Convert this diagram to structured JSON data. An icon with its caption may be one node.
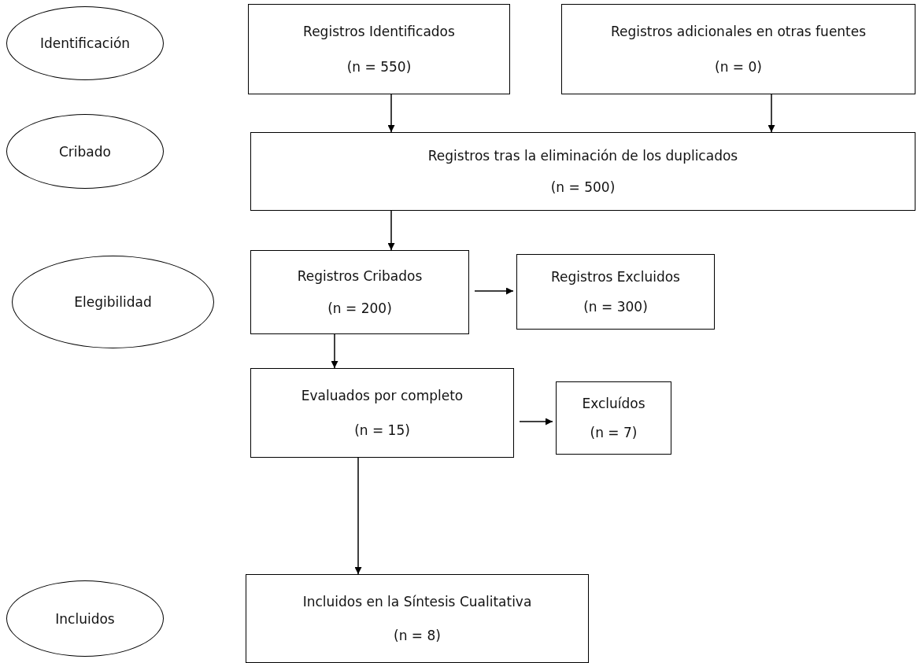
{
  "diagram": {
    "nodes": [
      {
        "text": [
          "Identificación"
        ]
      },
      {
        "text": [
          "Registros Identificados",
          "(n = 550)"
        ]
      },
      {
        "text": [
          "Registros adicionales en otras fuentes",
          "(n = 0)"
        ]
      },
      {
        "text": [
          "Cribado"
        ]
      },
      {
        "text": [
          "Registros tras la eliminación de los duplicados",
          "(n = 500)"
        ]
      },
      {
        "text": [
          "Registros Cribados",
          "(n = 200)"
        ]
      },
      {
        "text": [
          "Registros Excluidos",
          "(n = 300)"
        ]
      },
      {
        "text": [
          "Elegibilidad"
        ]
      },
      {
        "text": [
          "Evaluados por completo",
          "(n = 15)"
        ]
      },
      {
        "text": [
          "Excluídos",
          "(n = 7)"
        ]
      },
      {
        "text": [
          "Incluidos"
        ]
      },
      {
        "text": [
          "Incluidos en la Síntesis Cualitativa",
          "(n = 8)"
        ]
      }
    ],
    "edges": [
      {
        "from": 1,
        "to": 4,
        "arrow": "to"
      },
      {
        "from": 2,
        "to": 4,
        "arrow": "to"
      },
      {
        "from": 4,
        "to": 5,
        "arrow": "to"
      },
      {
        "from": 5,
        "to": 6,
        "arrow": "to"
      },
      {
        "from": 5,
        "to": 8,
        "arrow": "to"
      },
      {
        "from": 8,
        "to": 9,
        "arrow": "to"
      },
      {
        "from": 8,
        "to": 11,
        "arrow": "to"
      }
    ]
  }
}
